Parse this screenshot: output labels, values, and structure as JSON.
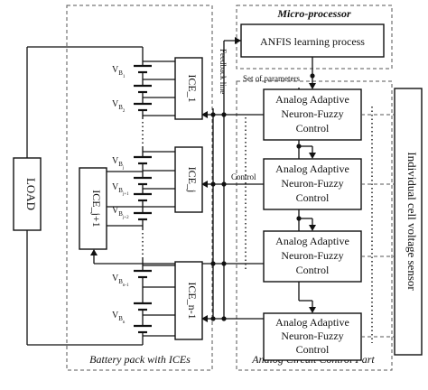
{
  "labels": {
    "microprocessor": "Micro-processor",
    "anfis": "ANFIS learning process",
    "set_of_parameters": "Set of parameters",
    "feedback_line": "Feedback line",
    "control": "Control",
    "load": "LOAD",
    "cell_sensor": "Individual cell voltage sensor",
    "battery_pack": "Battery pack with ICEs",
    "analog_part": "Analog Circuit Control Part"
  },
  "controllers": [
    {
      "line1": "Analog Adaptive",
      "line2": "Neuron-Fuzzy",
      "line3": "Control"
    },
    {
      "line1": "Analog Adaptive",
      "line2": "Neuron-Fuzzy",
      "line3": "Control"
    },
    {
      "line1": "Analog Adaptive",
      "line2": "Neuron-Fuzzy",
      "line3": "Control"
    },
    {
      "line1": "Analog Adaptive",
      "line2": "Neuron-Fuzzy",
      "line3": "Control"
    }
  ],
  "ices": {
    "ice_1": "ICE_1",
    "ice_j": "ICE_j",
    "ice_j1": "ICE_j+1",
    "ice_n1": "ICE_n-1"
  },
  "cells": [
    {
      "base": "V",
      "sub": "B",
      "subsub": "1"
    },
    {
      "base": "V",
      "sub": "B",
      "subsub": "2"
    },
    {
      "base": "V",
      "sub": "B",
      "subsub": "j"
    },
    {
      "base": "V",
      "sub": "B",
      "subsub": "j+1"
    },
    {
      "base": "V",
      "sub": "B",
      "subsub": "j+2"
    },
    {
      "base": "V",
      "sub": "B",
      "subsub": "n-1"
    },
    {
      "base": "V",
      "sub": "B",
      "subsub": "n"
    }
  ]
}
